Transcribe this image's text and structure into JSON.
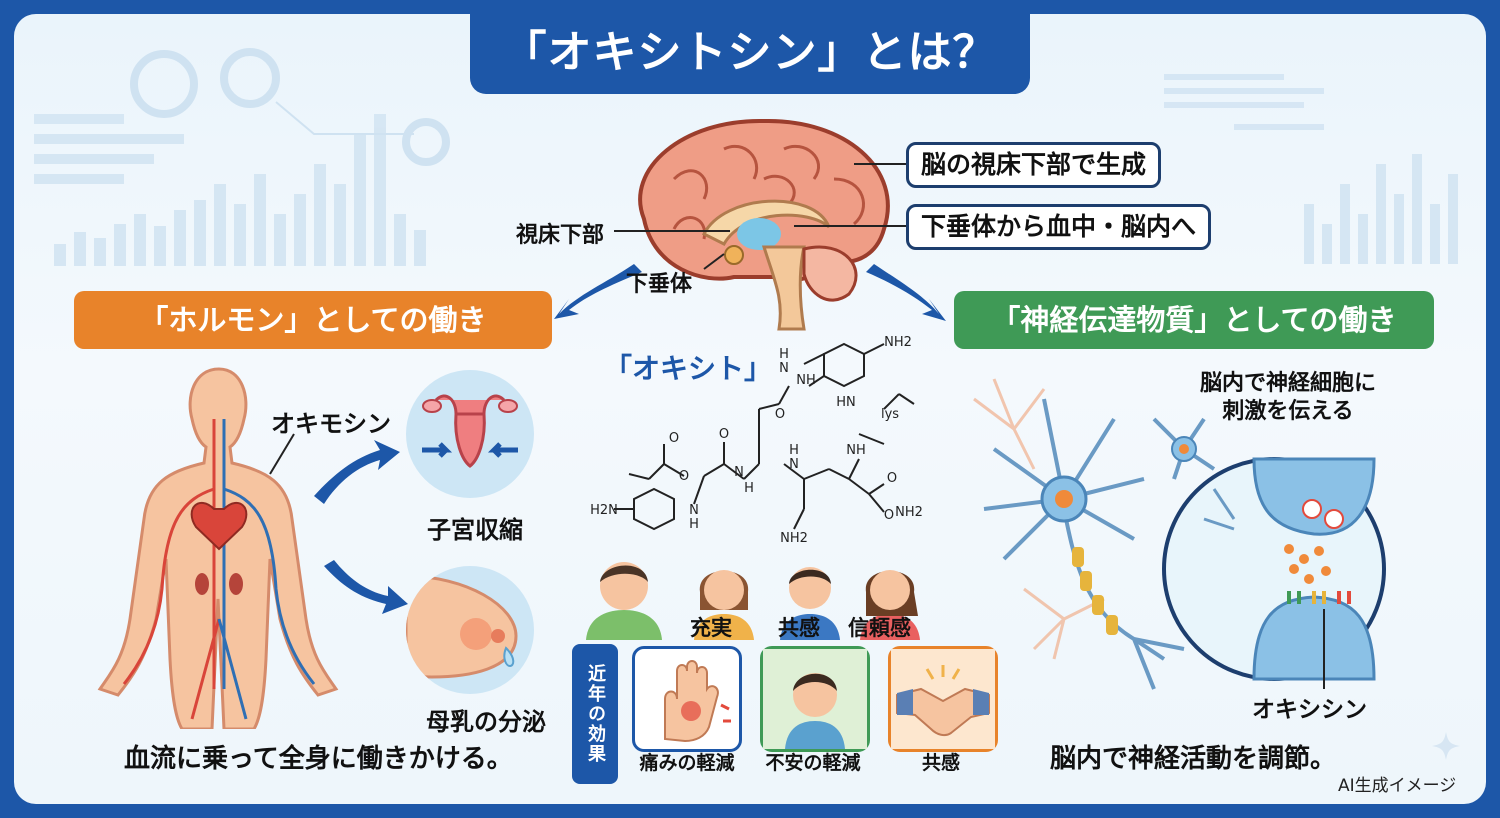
{
  "title": "「オキシトシン」とは？",
  "brain": {
    "callout_top": "脳の視床下部で生成",
    "callout_bottom": "下垂体から血中・脳内へ",
    "label_hypothalamus": "視床下部",
    "label_pituitary": "下垂体"
  },
  "hormone": {
    "heading": "「ホルモン」としての働き",
    "label_body": "オキモシン",
    "label_uterus": "子宮収縮",
    "label_breast": "母乳の分泌",
    "caption": "血流に乗って全身に働きかける。"
  },
  "center": {
    "molecule_label": "「オキシト」",
    "atoms": {
      "nh2_top": "NH2",
      "nh_a": "NH",
      "hn_b": "HN",
      "lys": "lys",
      "o_1": "O",
      "o_2": "O",
      "o_3": "O",
      "o_4": "O",
      "o_5": "O",
      "o_6": "O",
      "n_1": "N",
      "h_1": "H",
      "n_2": "N",
      "h_2": "H",
      "h_3": "H",
      "n_3": "N",
      "nh_c": "NH",
      "h2n_left": "H2N",
      "nh2_bottom": "NH2",
      "nh2_right": "NH2",
      "n_4": "N",
      "h_4": "H"
    },
    "people_labels": [
      "充実",
      "共感",
      "信頼感"
    ],
    "recent_effects_tag": "近年の効果",
    "effects": [
      "痛みの軽減",
      "不安の軽減",
      "共感"
    ]
  },
  "neuro": {
    "heading": "「神経伝達物質」としての働き",
    "callout": "脳内で神経細胞に\n刺激を伝える",
    "label_molecule": "オキシシン",
    "caption": "脳内で神経活動を調節。"
  },
  "footer_note": "AI生成イメージ",
  "colors": {
    "primary_blue": "#1d57a8",
    "orange": "#e8832a",
    "green": "#3f9a56",
    "skin": "#f6c4a0",
    "artery_red": "#d9453a",
    "vein_blue": "#2f6fb4"
  }
}
